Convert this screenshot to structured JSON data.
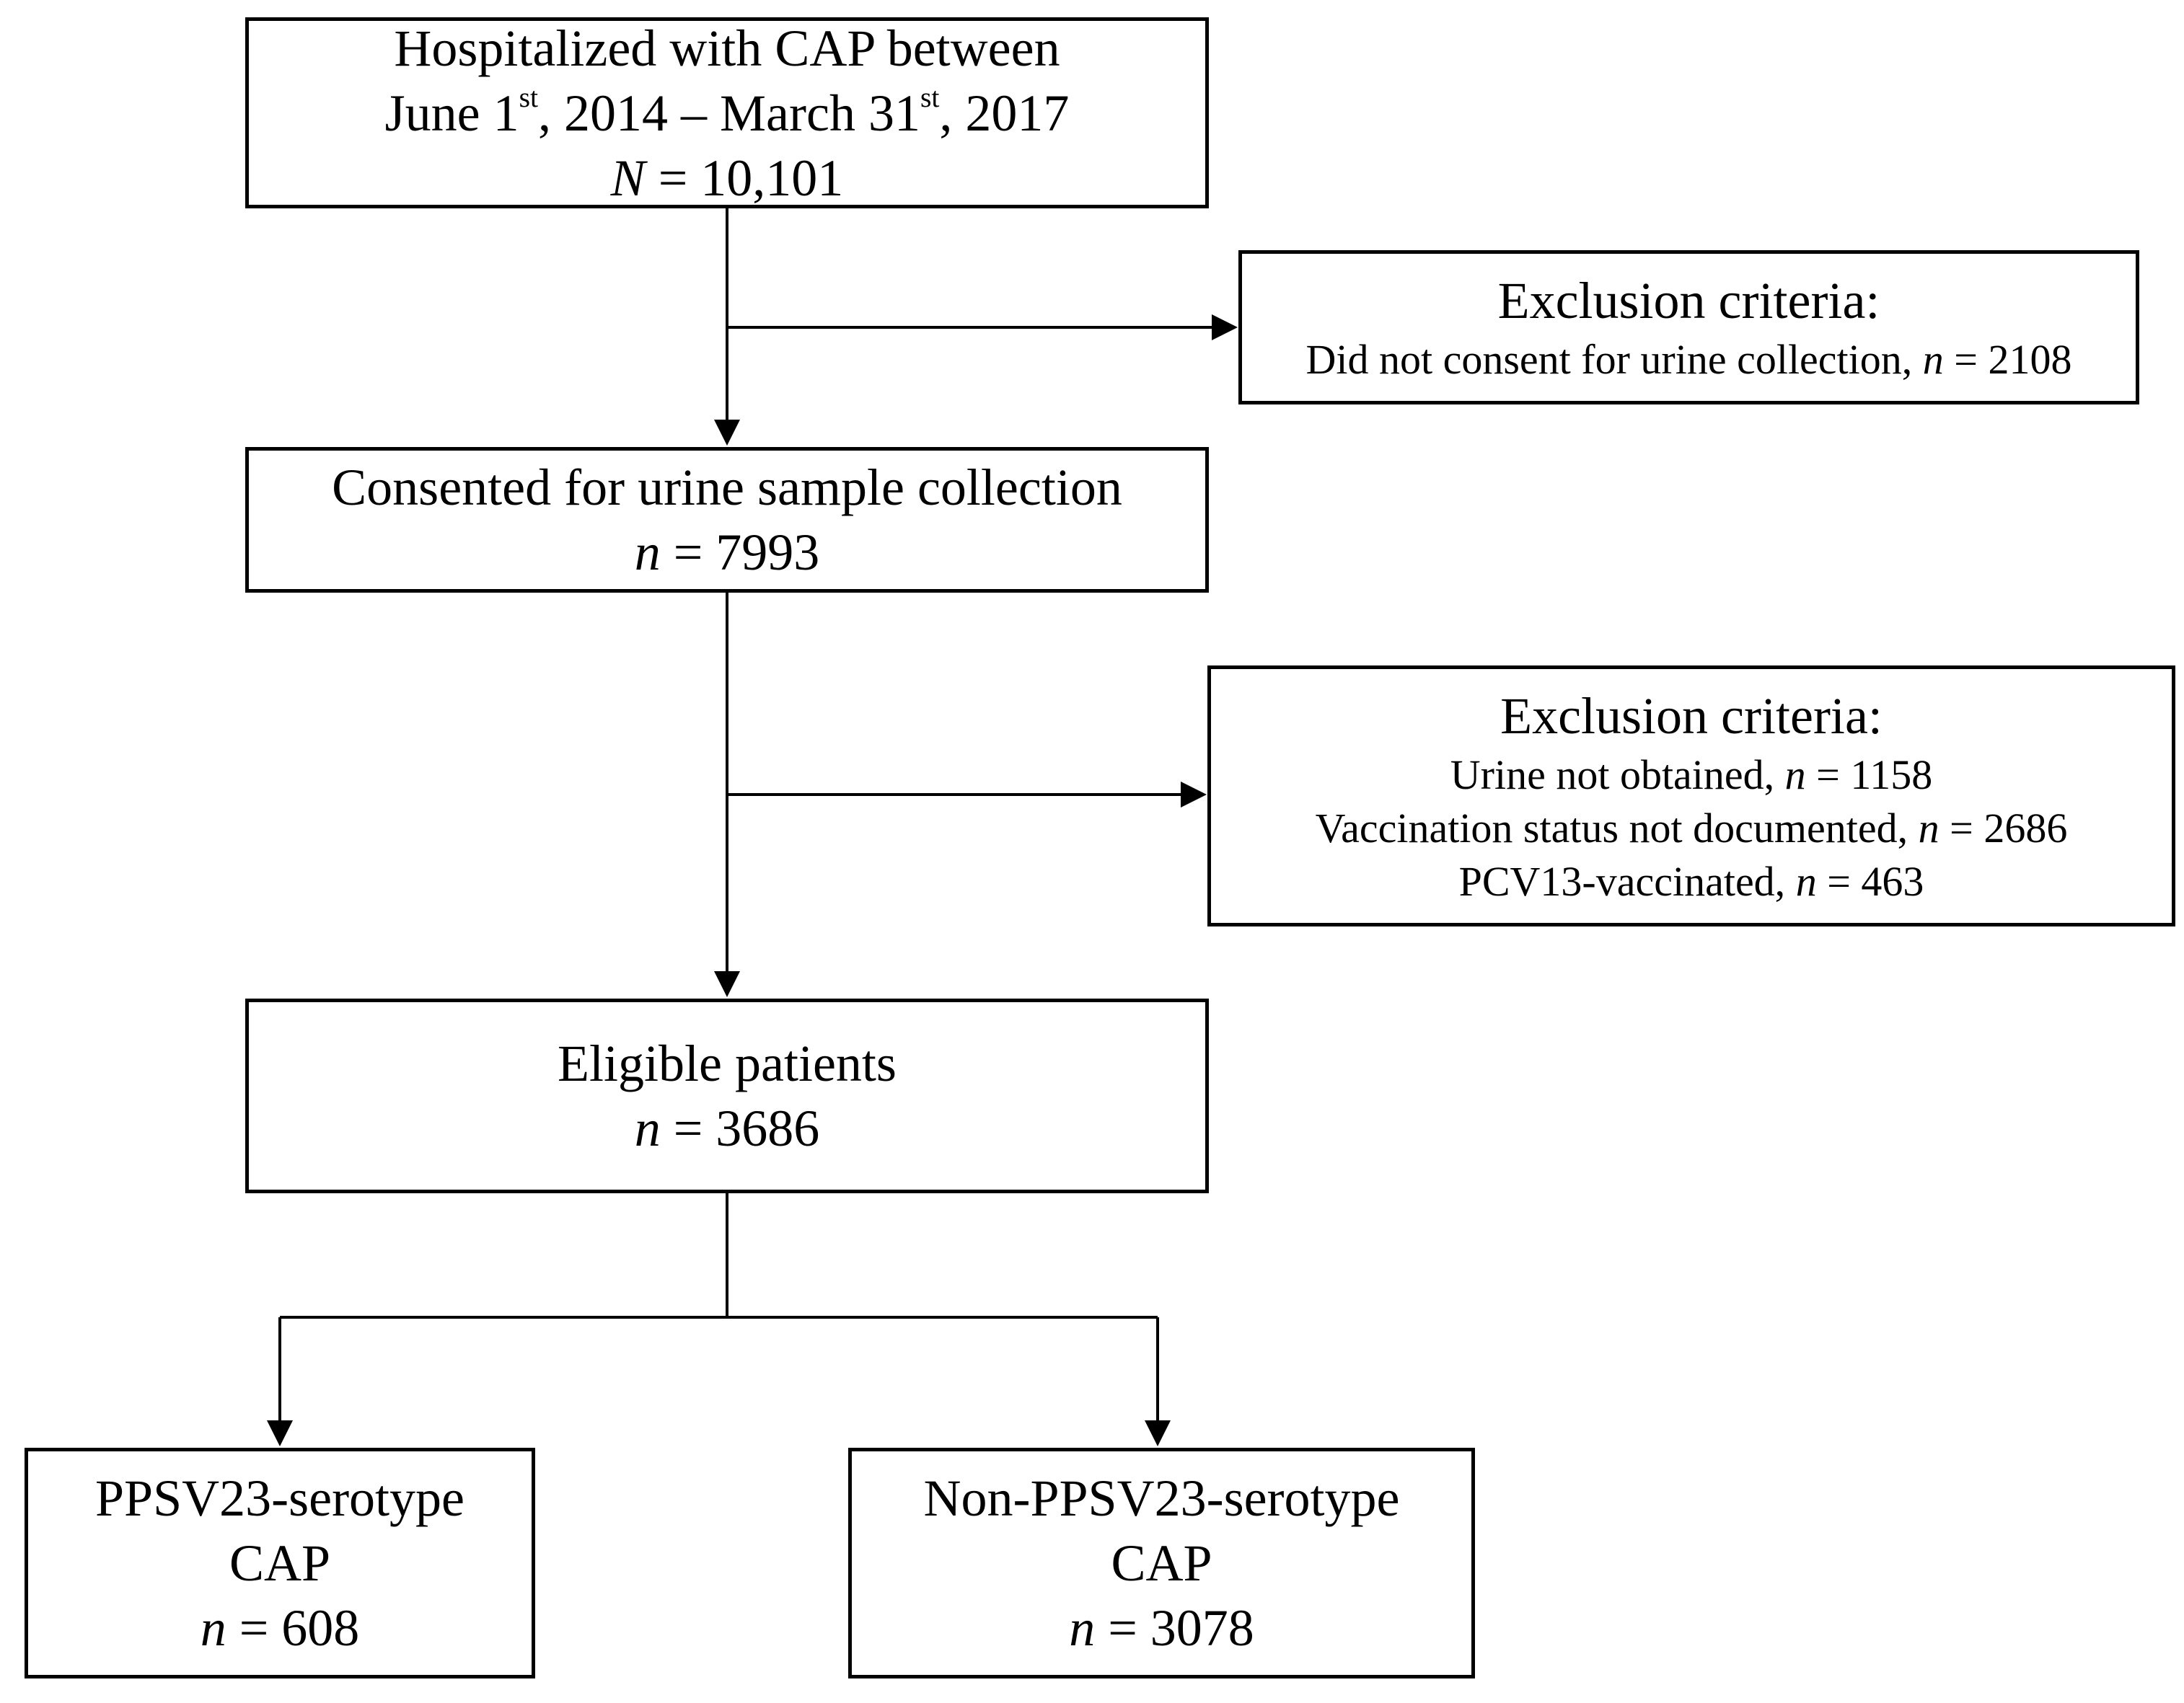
{
  "boxes": {
    "start": {
      "line1": "Hospitalized with CAP between",
      "line2_a": "June 1",
      "line2_sup1": "st",
      "line2_b": ", 2014 – March 31",
      "line2_sup2": "st",
      "line2_c": ", 2017",
      "n_symbol": "N",
      "n_value": " = 10,101"
    },
    "exclusion_1": {
      "title": "Exclusion criteria:",
      "item_text": "Did not consent for urine collection, ",
      "item_symbol": "n",
      "item_value": " = 2108"
    },
    "consented": {
      "line1": "Consented for urine sample collection",
      "n_symbol": "n",
      "n_value": " = 7993"
    },
    "exclusion_2": {
      "title": "Exclusion criteria:",
      "items": [
        {
          "text": "Urine not obtained, ",
          "symbol": "n",
          "value": " = 1158"
        },
        {
          "text": "Vaccination status not documented, ",
          "symbol": "n",
          "value": " = 2686"
        },
        {
          "text": "PCV13-vaccinated, ",
          "symbol": "n",
          "value": " = 463"
        }
      ]
    },
    "eligible": {
      "line1": "Eligible patients",
      "n_symbol": "n",
      "n_value": " = 3686"
    },
    "ppsv23": {
      "line1": "PPSV23-serotype",
      "line2": "CAP",
      "n_symbol": "n",
      "n_value": " = 608"
    },
    "non_ppsv23": {
      "line1": "Non-PPSV23-serotype",
      "line2": "CAP",
      "n_symbol": "n",
      "n_value": " = 3078"
    }
  },
  "colors": {
    "line": "#000000",
    "background": "#ffffff"
  }
}
